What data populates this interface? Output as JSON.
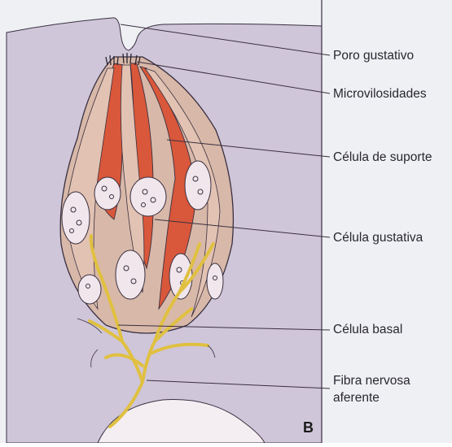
{
  "diagram": {
    "panel_letter": "B",
    "labels": {
      "taste_pore": "Poro gustativo",
      "microvilli": "Microvilosidades",
      "support_cell": "Célula de suporte",
      "gustatory_cell": "Célula gustativa",
      "basal_cell": "Célula basal",
      "afferent_fiber_line1": "Fibra nervosa",
      "afferent_fiber_line2": "aferente"
    },
    "colors": {
      "epithelium_background": "#cfc6d9",
      "right_margin": "#eef0f4",
      "bud_body": "#d8b8a8",
      "support_cell_fill": "#d9573a",
      "gustatory_cell_fill": "#e2c2b2",
      "nucleus_fill": "#f0e6ec",
      "nerve_fiber": "#e0c040",
      "outline": "#3a3040"
    }
  }
}
